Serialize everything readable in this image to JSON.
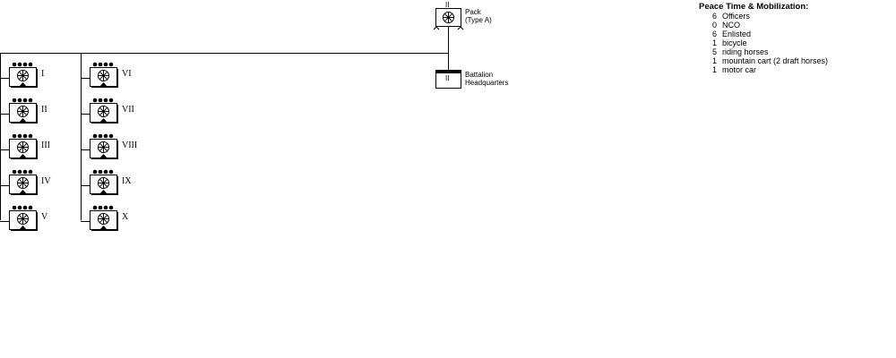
{
  "legend": {
    "title": "Peace Time & Mobilization:",
    "rows": [
      {
        "count": "6",
        "item": "Officers"
      },
      {
        "count": "0",
        "item": "NCO"
      },
      {
        "count": "6",
        "item": "Enlisted"
      },
      {
        "count": "1",
        "item": "bicycle"
      },
      {
        "count": "5",
        "item": "riding horses"
      },
      {
        "count": "1",
        "item": "mountain cart (2 draft horses)"
      },
      {
        "count": "1",
        "item": "motor car"
      }
    ]
  },
  "top_unit": {
    "size": "II",
    "label_line1": "Pack",
    "label_line2": "(Type A)"
  },
  "headquarters": {
    "size": "II",
    "label_line1": "Battalion",
    "label_line2": "Headquarters"
  },
  "companies_left": [
    {
      "numeral": "I"
    },
    {
      "numeral": "II"
    },
    {
      "numeral": "III"
    },
    {
      "numeral": "IV"
    },
    {
      "numeral": "V"
    }
  ],
  "companies_right": [
    {
      "numeral": "VI"
    },
    {
      "numeral": "VII"
    },
    {
      "numeral": "VIII"
    },
    {
      "numeral": "IX"
    },
    {
      "numeral": "X"
    }
  ]
}
